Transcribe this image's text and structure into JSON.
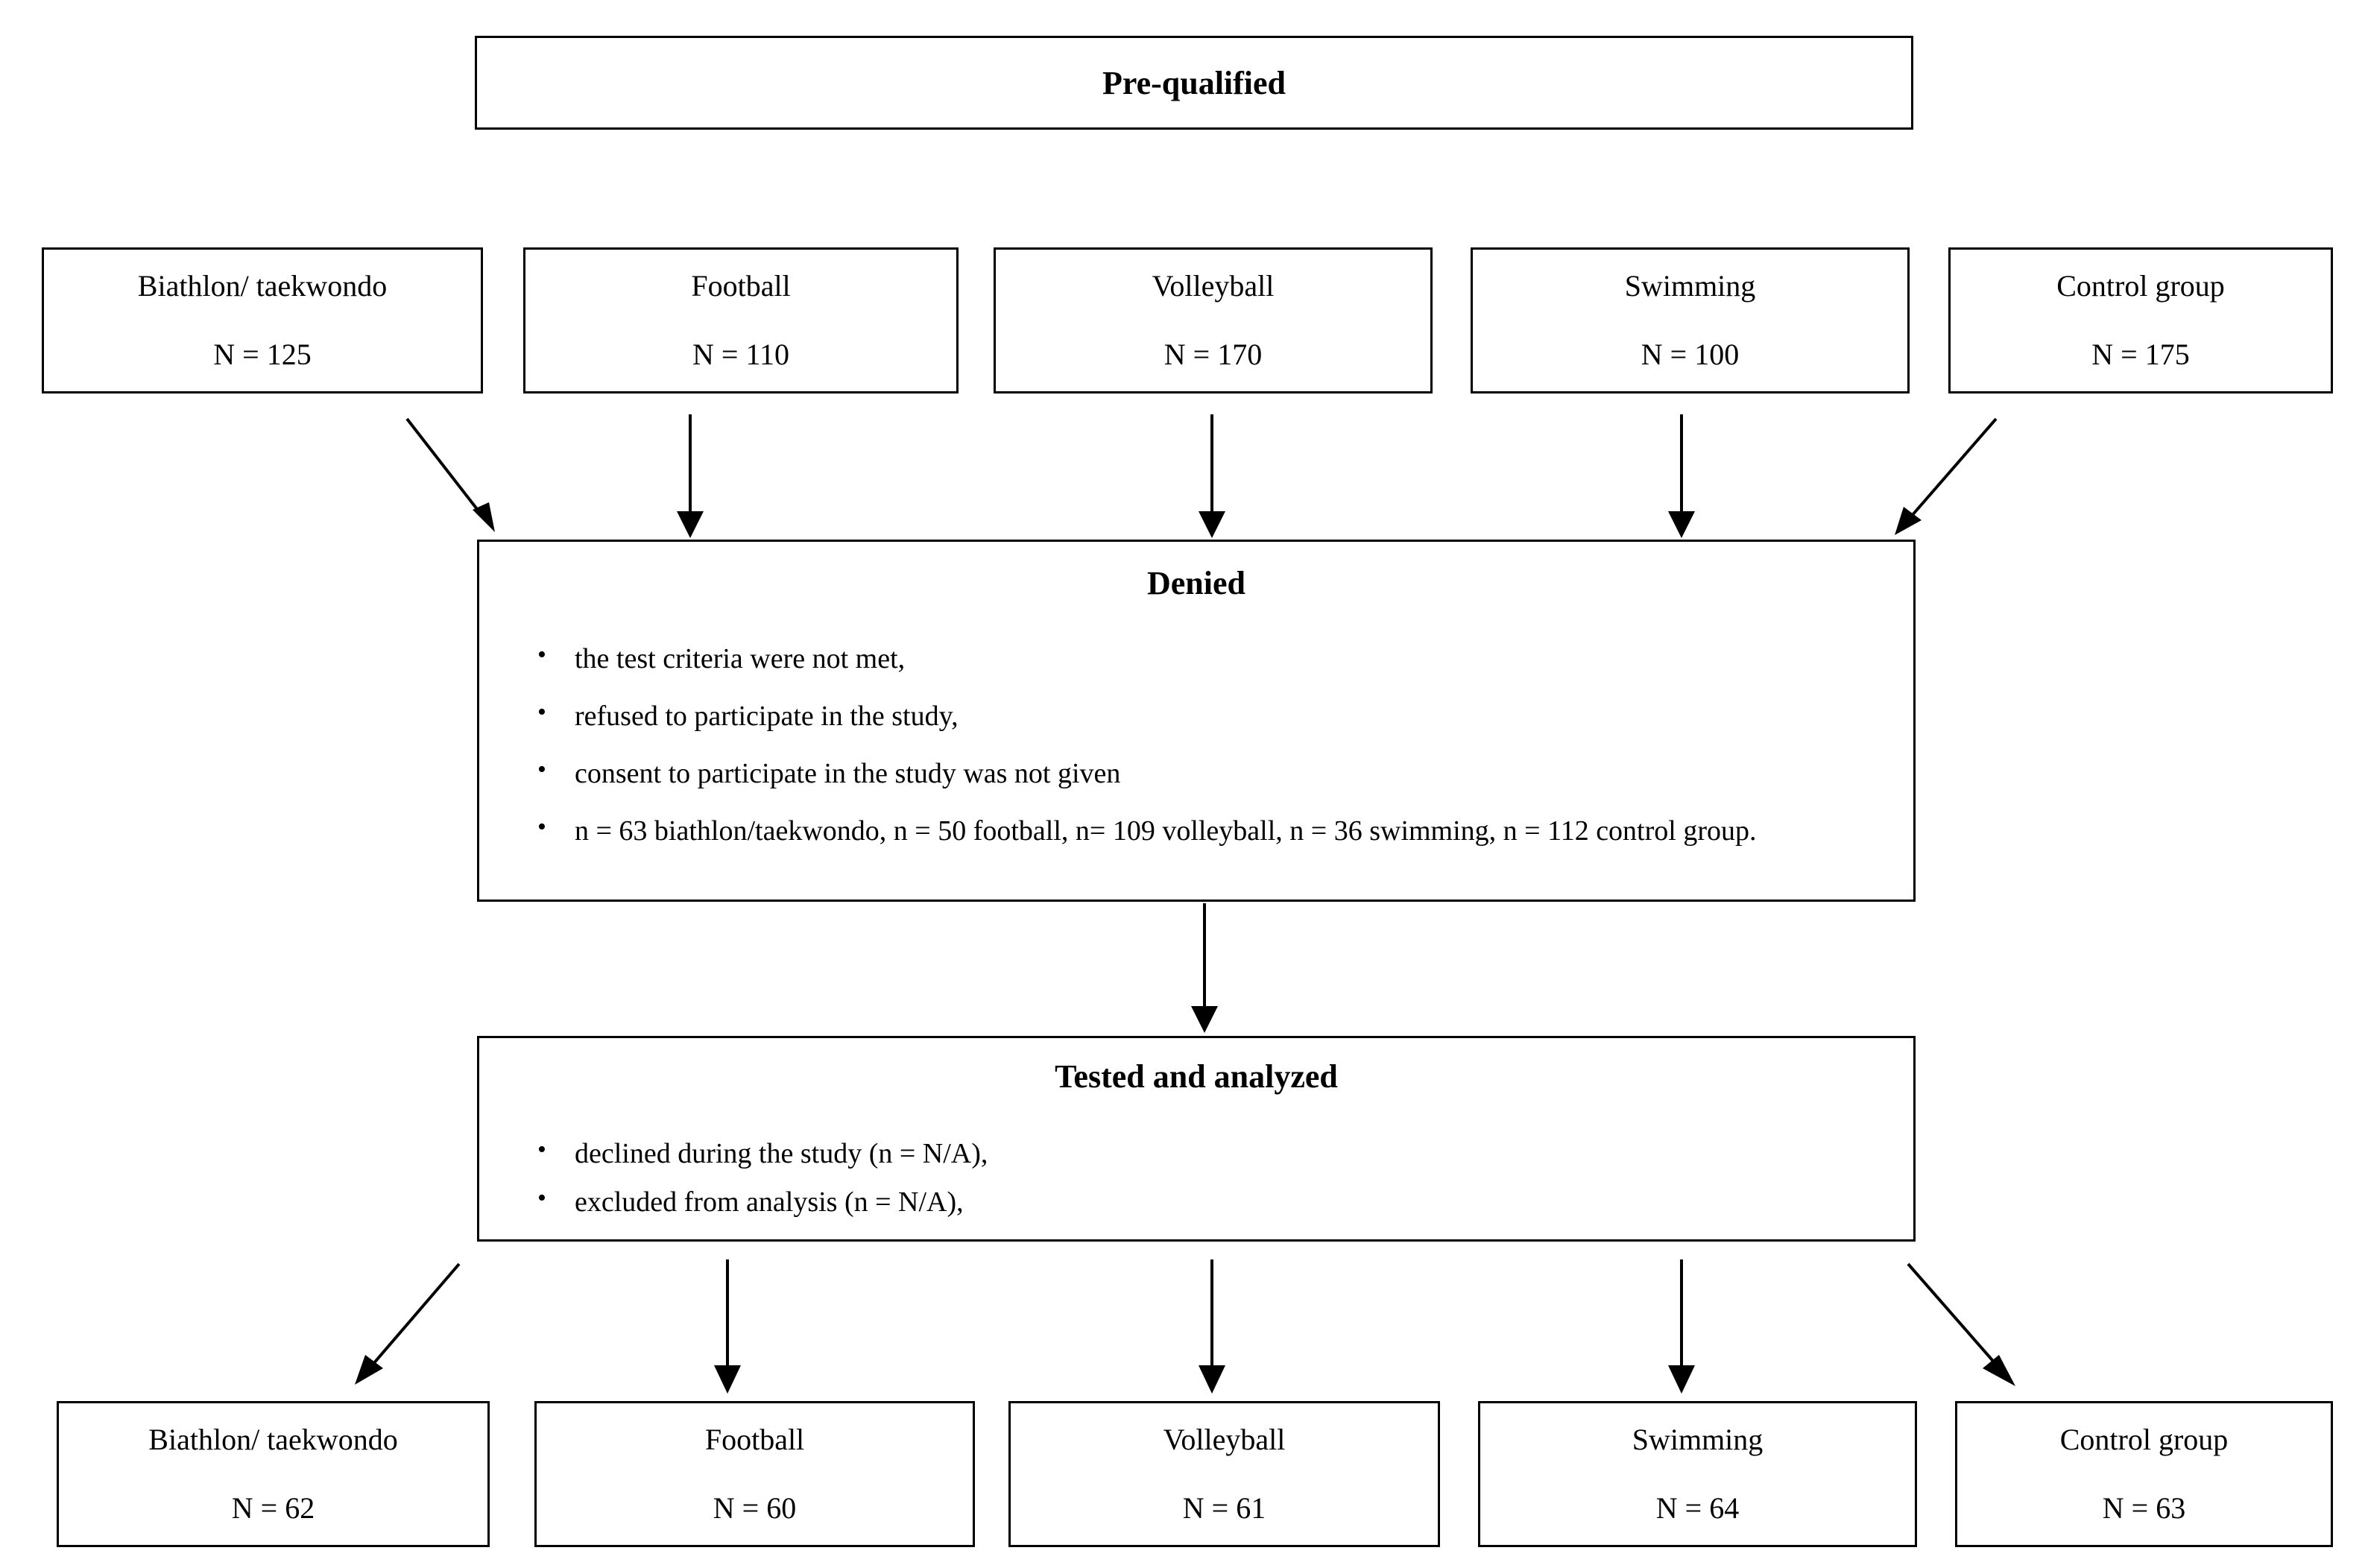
{
  "diagram": {
    "title_box": {
      "label": "Pre-qualified"
    },
    "prequalified_groups": [
      {
        "name": "Biathlon/ taekwondo",
        "n": "N = 125"
      },
      {
        "name": "Football",
        "n": "N = 110"
      },
      {
        "name": "Volleyball",
        "n": "N = 170"
      },
      {
        "name": "Swimming",
        "n": "N = 100"
      },
      {
        "name": "Control group",
        "n": "N = 175"
      }
    ],
    "denied_box": {
      "title": "Denied",
      "bullets": [
        "the test criteria were not met,",
        "refused to participate in the study,",
        "consent to participate in the study was not given",
        "n = 63 biathlon/taekwondo, n = 50 football, n= 109 volleyball, n = 36 swimming, n = 112 control group."
      ]
    },
    "tested_box": {
      "title": "Tested and analyzed",
      "bullets": [
        "declined during the study (n = N/A),",
        "excluded from analysis (n = N/A),"
      ]
    },
    "analyzed_groups": [
      {
        "name": "Biathlon/ taekwondo",
        "n": "N = 62"
      },
      {
        "name": "Football",
        "n": "N = 60"
      },
      {
        "name": "Volleyball",
        "n": "N = 61"
      },
      {
        "name": "Swimming",
        "n": "N = 64"
      },
      {
        "name": "Control group",
        "n": "N = 63"
      }
    ],
    "colors": {
      "stroke": "#000000",
      "background": "#ffffff"
    }
  }
}
